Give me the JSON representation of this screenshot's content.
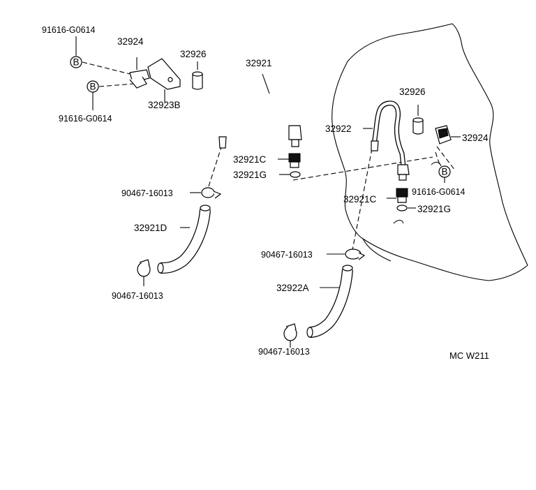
{
  "diagram": {
    "drawing_code": "MC W211",
    "bolt_symbol": "B",
    "labels": {
      "bolt_top_left": "91616-G0614",
      "bracket_left": "32924",
      "cap_left": "32926",
      "pipe_left": "32921",
      "bracket_plate": "32923B",
      "bolt_mid_left": "91616-G0614",
      "pipe_right": "32922",
      "cap_right": "32926",
      "bracket_right": "32924",
      "connector_left": "32921C",
      "gasket_left": "32921G",
      "clamp_left_top": "90467-16013",
      "bolt_right": "91616-G0614",
      "connector_right": "32921C",
      "gasket_right": "32921G",
      "hose_left": "32921D",
      "clamp_mid": "90467-16013",
      "clamp_left_bottom": "90467-16013",
      "hose_right": "32922A",
      "clamp_right_bottom": "90467-16013"
    }
  }
}
